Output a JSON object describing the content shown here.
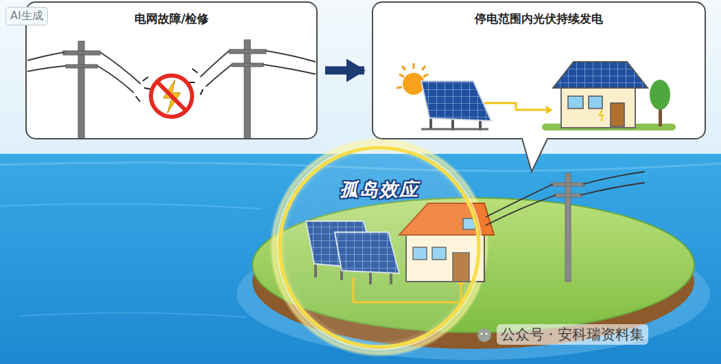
{
  "diagram": {
    "nodes": [
      {
        "text": [
          "电网故障/检修"
        ]
      },
      {
        "text": [
          "停电范围内光伏持续发电"
        ]
      },
      {
        "text": [
          "孤岛效应"
        ]
      }
    ],
    "edges": [
      {
        "from": 0,
        "to": 1,
        "arrow": "to"
      }
    ],
    "labels": [
      "AI生成",
      "公众号 · 安科瑞资料集"
    ]
  }
}
